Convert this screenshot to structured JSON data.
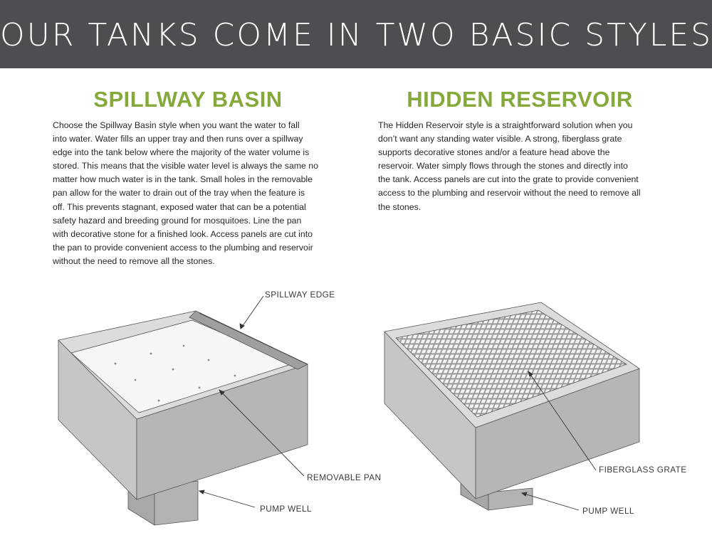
{
  "header": {
    "title": "OUR TANKS COME IN TWO BASIC STYLES:"
  },
  "spillway": {
    "title": "SPILLWAY BASIN",
    "lines": [
      "Choose the Spillway Basin style when you want the water to fall",
      "into water. Water fills an upper tray and then runs over a spillway",
      "edge into the tank below where the majority of the water volume is",
      "stored. This means that the visible water level is always the same no",
      "matter how much water is in the tank. Small holes in the removable",
      "pan allow for the water to drain out of the tray when the feature is",
      "off. This prevents stagnant, exposed water that can be a potential",
      "safety hazard and breeding ground for mosquitoes. Line the pan",
      "with decorative stone for a finished look. Access panels are cut into",
      "the pan to provide convenient access to the plumbing and reservoir",
      "without the need to remove all the stones."
    ],
    "labels": {
      "spillway_edge": "SPILLWAY EDGE",
      "removable_pan": "REMOVABLE PAN",
      "pump_well": "PUMP WELL"
    }
  },
  "reservoir": {
    "title": "HIDDEN RESERVOIR",
    "lines": [
      "The Hidden Reservoir style is a straightforward solution when you",
      "don’t want any standing water visible. A strong, fiberglass  grate",
      "supports decorative stones and/or a feature head above the",
      "reservoir. Water simply flows through the stones and directly into",
      "the tank. Access panels are cut into the grate to provide convenient",
      "access to the plumbing and reservoir without the need to remove all",
      "the stones."
    ],
    "labels": {
      "fiberglass_grate": "FIBERGLASS GRATE",
      "pump_well": "PUMP WELL"
    }
  },
  "colors": {
    "banner": "#4d4e52",
    "accent": "#86a93b",
    "tank_front": "#b5b5b5",
    "tank_side": "#c7c7c7",
    "tank_top": "#e4e4e4"
  }
}
